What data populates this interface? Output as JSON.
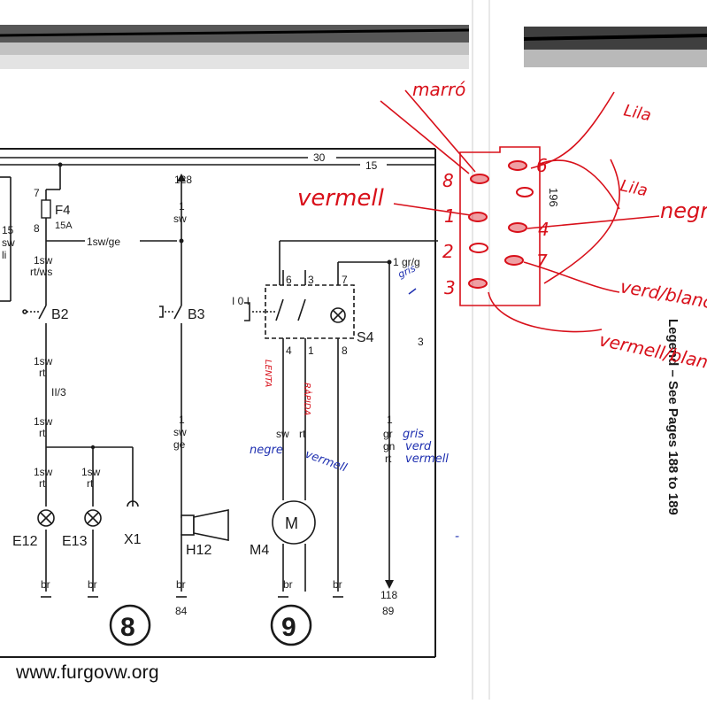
{
  "schematic": {
    "bus_30": "30",
    "bus_15": "15",
    "left_edge": {
      "l1": "15",
      "l2": "sw",
      "l3": "li"
    },
    "fuse": {
      "id": "F4",
      "rating": "15A",
      "pin_in": "7",
      "pin_out": "8"
    },
    "wires": {
      "sw_ge_junction": "1sw/ge",
      "a_rtws_1": "1sw",
      "a_rtws_2": "rt/ws",
      "b_sw_1": "1sw",
      "b_sw_2": "rt",
      "b_ii3": "II/3",
      "c_sw_1": "1sw",
      "c_sw_2": "rt",
      "e12_1": "1sw",
      "e12_2": "rt",
      "e13_1": "1sw",
      "e13_2": "rt",
      "b3_sw_1": "1",
      "b3_sw_2": "sw",
      "b3_sw_3": "ge",
      "top_128": "128",
      "top_128_sw_1": "1",
      "top_128_sw_2": "sw",
      "m4_sw": "sw",
      "m4_rt": "rt",
      "s4_gr_top": "1 gr/g",
      "gr_gn_rt_1": "1",
      "gr_gn_rt_2": "gr",
      "gr_gn_rt_3": "gn",
      "gr_gn_rt_4": "rt"
    },
    "switch_b2": "B2",
    "switch_b3": "B3",
    "switch_s4": "S4",
    "s4_pins": {
      "p6": "6",
      "p3": "3",
      "p7": "7",
      "p4": "4",
      "p1": "1",
      "p8": "8"
    },
    "s4_code": "I 0 I",
    "page_3": "3",
    "lamp_e12": "E12",
    "lamp_e13": "E13",
    "conn_x1": "X1",
    "horn_h12": "H12",
    "motor_m4": "M4",
    "motor_symbol": "M",
    "grounds": {
      "g1": "br",
      "g2": "br",
      "g3": "br",
      "g4": "br",
      "g5": "br",
      "g6": "br",
      "g7": "118"
    },
    "bottom_refs": {
      "r84": "84",
      "r89": "89"
    },
    "circuit_8": "8",
    "circuit_9": "9"
  },
  "connector": {
    "pin_left": [
      "8",
      "1",
      "2",
      "3"
    ],
    "pin_right": [
      "6",
      "4",
      "7"
    ],
    "side_label": "196",
    "legend_text": "Legend – See Pages 188 to 189"
  },
  "annotations": {
    "red": {
      "marro": "marró",
      "lila_1": "Lila",
      "lila_2": "Lila",
      "vermell": "vermell",
      "negre": "negre",
      "verd_blanc": "verd/blanc",
      "vermell_blanc": "vermell/blanc",
      "lenta": "LENTA",
      "rapida": "RÀPIDA"
    },
    "blue": {
      "negre": "negre",
      "vermell": "vermell",
      "gris": "gris",
      "verd": "verd",
      "vermell_2": "vermell",
      "dash": "-",
      "small_top": "gris"
    }
  },
  "watermark": "www.furgovw.org",
  "colors": {
    "ink": "#1a1a1a",
    "red_pen": "#d8101a",
    "blue_pen": "#1e2fb0",
    "paper": "#ffffff"
  }
}
